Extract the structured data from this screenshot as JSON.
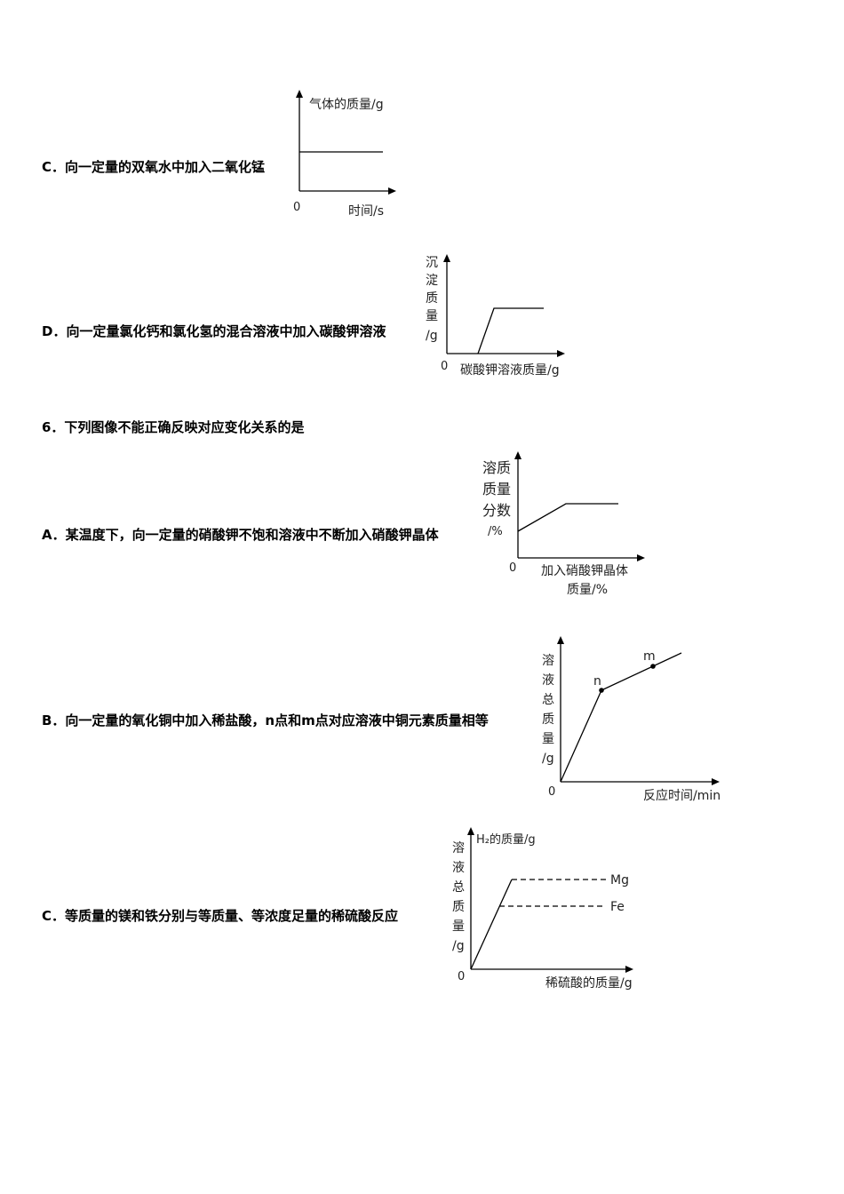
{
  "questions": {
    "c1": {
      "text": "C．向一定量的双氧水中加入二氧化锰"
    },
    "d1": {
      "text": "D．向一定量氯化钙和氯化氢的混合溶液中加入碳酸钾溶液"
    },
    "q6": {
      "text": "6．下列图像不能正确反映对应变化关系的是"
    },
    "a6": {
      "text": "A．某温度下，向一定量的硝酸钾不饱和溶液中不断加入硝酸钾晶体"
    },
    "b6": {
      "text": "B．向一定量的氧化铜中加入稀盐酸，n点和m点对应溶液中铜元素质量相等"
    },
    "c6": {
      "text": "C．等质量的镁和铁分别与等质量、等浓度足量的稀硫酸反应"
    }
  },
  "figures": {
    "c1": {
      "origin": "0",
      "ylabel": "气体的质量/g",
      "xlabel": "时间/s"
    },
    "d1": {
      "origin": "0",
      "ylabel_chars": [
        "沉",
        "淀",
        "质",
        "量",
        "/g"
      ],
      "xlabel": "碳酸钾溶液质量/g"
    },
    "a6": {
      "origin": "0",
      "ylabel_lines": [
        "溶质",
        "质量",
        "分数",
        "/%"
      ],
      "xlabel_lines": [
        "加入硝酸钾晶体",
        "质量/%"
      ]
    },
    "b6": {
      "origin": "0",
      "ylabel_chars": [
        "溶",
        "液",
        "总",
        "质",
        "量",
        "/g"
      ],
      "xlabel": "反应时间/min",
      "point_n": "n",
      "point_m": "m"
    },
    "c6": {
      "origin": "0",
      "ylabel_top": "H₂的质量/g",
      "ylabel_chars": [
        "溶",
        "液",
        "总",
        "质",
        "量",
        "/g"
      ],
      "xlabel": "稀硫酸的质量/g",
      "series_mg": "Mg",
      "series_fe": "Fe"
    }
  }
}
